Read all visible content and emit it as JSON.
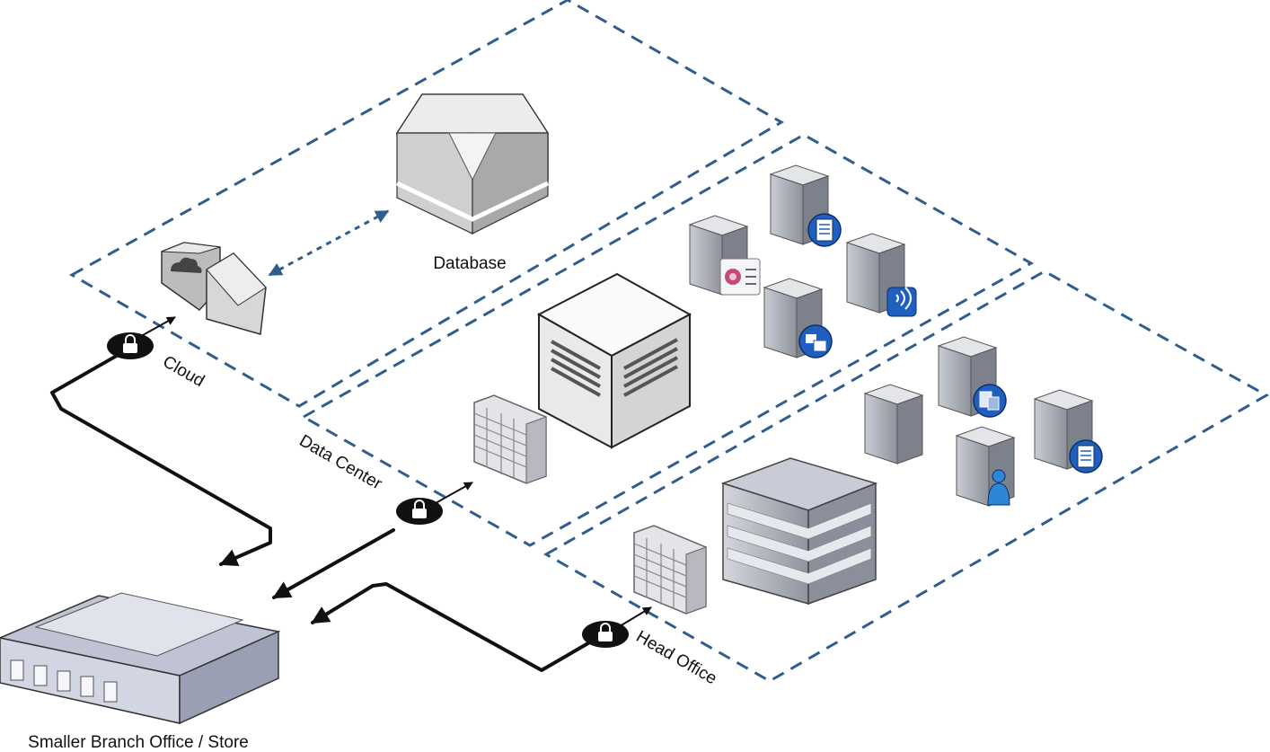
{
  "diagram": {
    "labels": {
      "database": "Database",
      "cloud": "Cloud",
      "data_center": "Data Center",
      "head_office": "Head Office",
      "branch": "Smaller Branch Office / Store"
    },
    "zones": [
      "Cloud",
      "Data Center",
      "Head Office"
    ],
    "nodes": [
      {
        "name": "Database",
        "icon": "database-icon"
      },
      {
        "name": "cloud-gateway",
        "icon": "cloud-gateway-icon"
      },
      {
        "name": "data-center-host",
        "icon": "datacenter-cube-icon"
      },
      {
        "name": "data-center-firewall",
        "icon": "firewall-icon"
      },
      {
        "name": "head-office-building",
        "icon": "office-building-icon"
      },
      {
        "name": "head-office-firewall",
        "icon": "firewall-icon"
      },
      {
        "name": "Smaller Branch Office / Store",
        "icon": "branch-store-icon"
      }
    ],
    "connections": [
      {
        "from": "Smaller Branch Office / Store",
        "to": "Cloud",
        "secure": true
      },
      {
        "from": "Smaller Branch Office / Store",
        "to": "Data Center",
        "secure": true
      },
      {
        "from": "Smaller Branch Office / Store",
        "to": "Head Office",
        "secure": true
      },
      {
        "from": "Database",
        "to": "cloud-gateway",
        "style": "dashed-bidirectional"
      }
    ],
    "colors": {
      "zone_border": "#2f5e8e",
      "link": "#111111",
      "badge_blue": "#1f5fbf"
    }
  }
}
